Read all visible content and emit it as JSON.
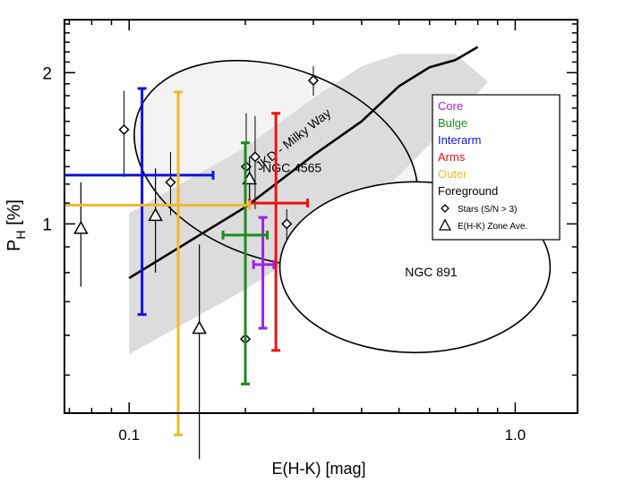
{
  "chart_data": {
    "type": "scatter",
    "title": "",
    "xlabel": "E(H-K) [mag]",
    "ylabel": "P",
    "ylabel_sub": "H",
    "ylabel_unit": " [%]",
    "xscale": "log",
    "yscale": "log",
    "xlim": [
      0.068,
      1.45
    ],
    "ylim": [
      0.42,
      2.55
    ],
    "xticks": [
      {
        "value": 0.1,
        "label": "0.1"
      },
      {
        "value": 1.0,
        "label": "1.0"
      }
    ],
    "yticks": [
      {
        "value": 1,
        "label": "1"
      },
      {
        "value": 2,
        "label": "2"
      }
    ],
    "grid": false,
    "legend_position": "top-right",
    "legend": [
      {
        "name": "Core",
        "color": "#a020f0",
        "kind": "text"
      },
      {
        "name": "Bulge",
        "color": "#1e8c1e",
        "kind": "text"
      },
      {
        "name": "Interarm",
        "color": "#1010e0",
        "kind": "text"
      },
      {
        "name": "Arms",
        "color": "#ee1111",
        "kind": "text"
      },
      {
        "name": "Outer",
        "color": "#f0b830",
        "kind": "text"
      },
      {
        "name": "Foreground",
        "color": "#000000",
        "kind": "text"
      },
      {
        "name": "Stars (S/N > 3)",
        "color": "#000000",
        "kind": "diamond"
      },
      {
        "name": "E(H-K) Zone Ave.",
        "color": "#000000",
        "kind": "triangle"
      }
    ],
    "band": {
      "color": "#dcdcdc",
      "lower": [
        [
          0.1,
          0.55
        ],
        [
          0.2,
          0.74
        ],
        [
          0.35,
          0.98
        ],
        [
          0.5,
          1.25
        ],
        [
          0.7,
          1.62
        ],
        [
          0.85,
          1.92
        ]
      ],
      "upper": [
        [
          0.1,
          1.05
        ],
        [
          0.2,
          1.42
        ],
        [
          0.3,
          1.78
        ],
        [
          0.4,
          2.06
        ],
        [
          0.5,
          2.18
        ],
        [
          0.7,
          2.18
        ]
      ]
    },
    "curve_jkd": {
      "label": "JKD - Milky Way",
      "points": [
        [
          0.1,
          0.78
        ],
        [
          0.2,
          1.08
        ],
        [
          0.3,
          1.37
        ],
        [
          0.4,
          1.6
        ],
        [
          0.5,
          1.88
        ],
        [
          0.6,
          2.05
        ],
        [
          0.7,
          2.12
        ],
        [
          0.8,
          2.25
        ]
      ]
    },
    "regions": [
      {
        "label": "NGC 4565",
        "center": [
          0.24,
          1.32
        ],
        "radius": [
          0.38,
          0.19
        ],
        "angle_deg": 20
      },
      {
        "label": "NGC 891",
        "center": [
          0.55,
          0.82
        ],
        "radius": [
          0.35,
          0.17
        ],
        "angle_deg": 0
      }
    ],
    "series": [
      {
        "name": "Core",
        "color": "#a020f0",
        "points": [
          {
            "x": 0.222,
            "y": 0.83,
            "xlo": 0.21,
            "xhi": 0.237,
            "ylo": 0.62,
            "yhi": 1.03
          }
        ]
      },
      {
        "name": "Bulge",
        "color": "#1e8c1e",
        "points": [
          {
            "x": 0.2,
            "y": 0.95,
            "xlo": 0.175,
            "xhi": 0.228,
            "ylo": 0.48,
            "yhi": 1.45
          }
        ]
      },
      {
        "name": "Interarm",
        "color": "#1010e0",
        "points": [
          {
            "x": 0.108,
            "y": 1.25,
            "xlo": 0.068,
            "xhi": 0.165,
            "ylo": 0.66,
            "yhi": 1.86
          }
        ]
      },
      {
        "name": "Arms",
        "color": "#ee1111",
        "points": [
          {
            "x": 0.24,
            "y": 1.1,
            "xlo": 0.205,
            "xhi": 0.29,
            "ylo": 0.56,
            "yhi": 1.66
          }
        ]
      },
      {
        "name": "Outer",
        "color": "#f0b830",
        "points": [
          {
            "x": 0.134,
            "y": 1.09,
            "xlo": 0.068,
            "xhi": 0.205,
            "ylo": 0.38,
            "yhi": 1.83
          }
        ]
      }
    ],
    "stars": [
      {
        "x": 0.097,
        "y": 1.54,
        "ylo": 1.24,
        "yhi": 1.84
      },
      {
        "x": 0.128,
        "y": 1.21,
        "ylo": 1.04,
        "yhi": 1.39
      },
      {
        "x": 0.2,
        "y": 0.59,
        "ylo": 0.55,
        "yhi": 0.63
      },
      {
        "x": 0.201,
        "y": 1.3,
        "ylo": 0.93,
        "yhi": 1.66
      },
      {
        "x": 0.212,
        "y": 1.36,
        "ylo": 1.07,
        "yhi": 1.64
      },
      {
        "x": 0.256,
        "y": 1.0,
        "ylo": 0.93,
        "yhi": 1.07
      },
      {
        "x": 0.3,
        "y": 1.93,
        "ylo": 1.8,
        "yhi": 2.06
      }
    ],
    "zone_averages": [
      {
        "x": 0.075,
        "y": 0.98,
        "ylo": 0.75,
        "yhi": 1.21
      },
      {
        "x": 0.117,
        "y": 1.04,
        "ylo": 0.8,
        "yhi": 1.29
      },
      {
        "x": 0.152,
        "y": 0.62,
        "ylo": 0.34,
        "yhi": 0.91
      },
      {
        "x": 0.205,
        "y": 1.23,
        "ylo": 1.11,
        "yhi": 1.36
      }
    ]
  }
}
